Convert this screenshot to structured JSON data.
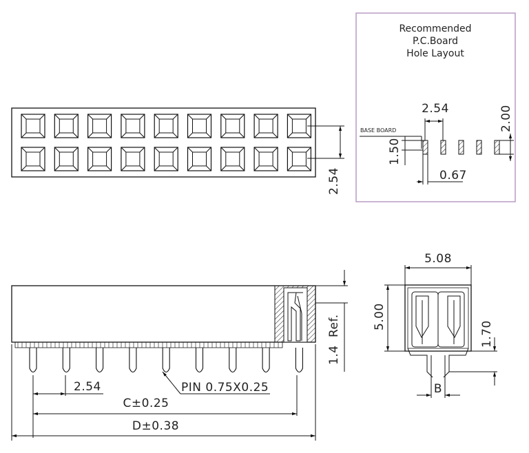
{
  "pcb_box": {
    "title_line1": "Recommended",
    "title_line2": "P.C.Board",
    "title_line3": "Hole  Layout",
    "base_board": "BASE BOARD",
    "pitch": "2.54",
    "row_offset": "2.00",
    "depth": "1.50",
    "hole": "0.67"
  },
  "top_view": {
    "pitch_vertical": "2.54"
  },
  "front_view": {
    "pitch": "2.54",
    "c_dim": "C±0.25",
    "d_dim": "D±0.38",
    "pin": "PIN  0.75X0.25",
    "tail": "1.4",
    "ref": "Ref."
  },
  "side_view": {
    "width": "5.08",
    "height": "5.00",
    "standoff": "1.70",
    "b_label": "B"
  },
  "colors": {
    "line": "#111111",
    "box_border": "#b79bc4"
  }
}
